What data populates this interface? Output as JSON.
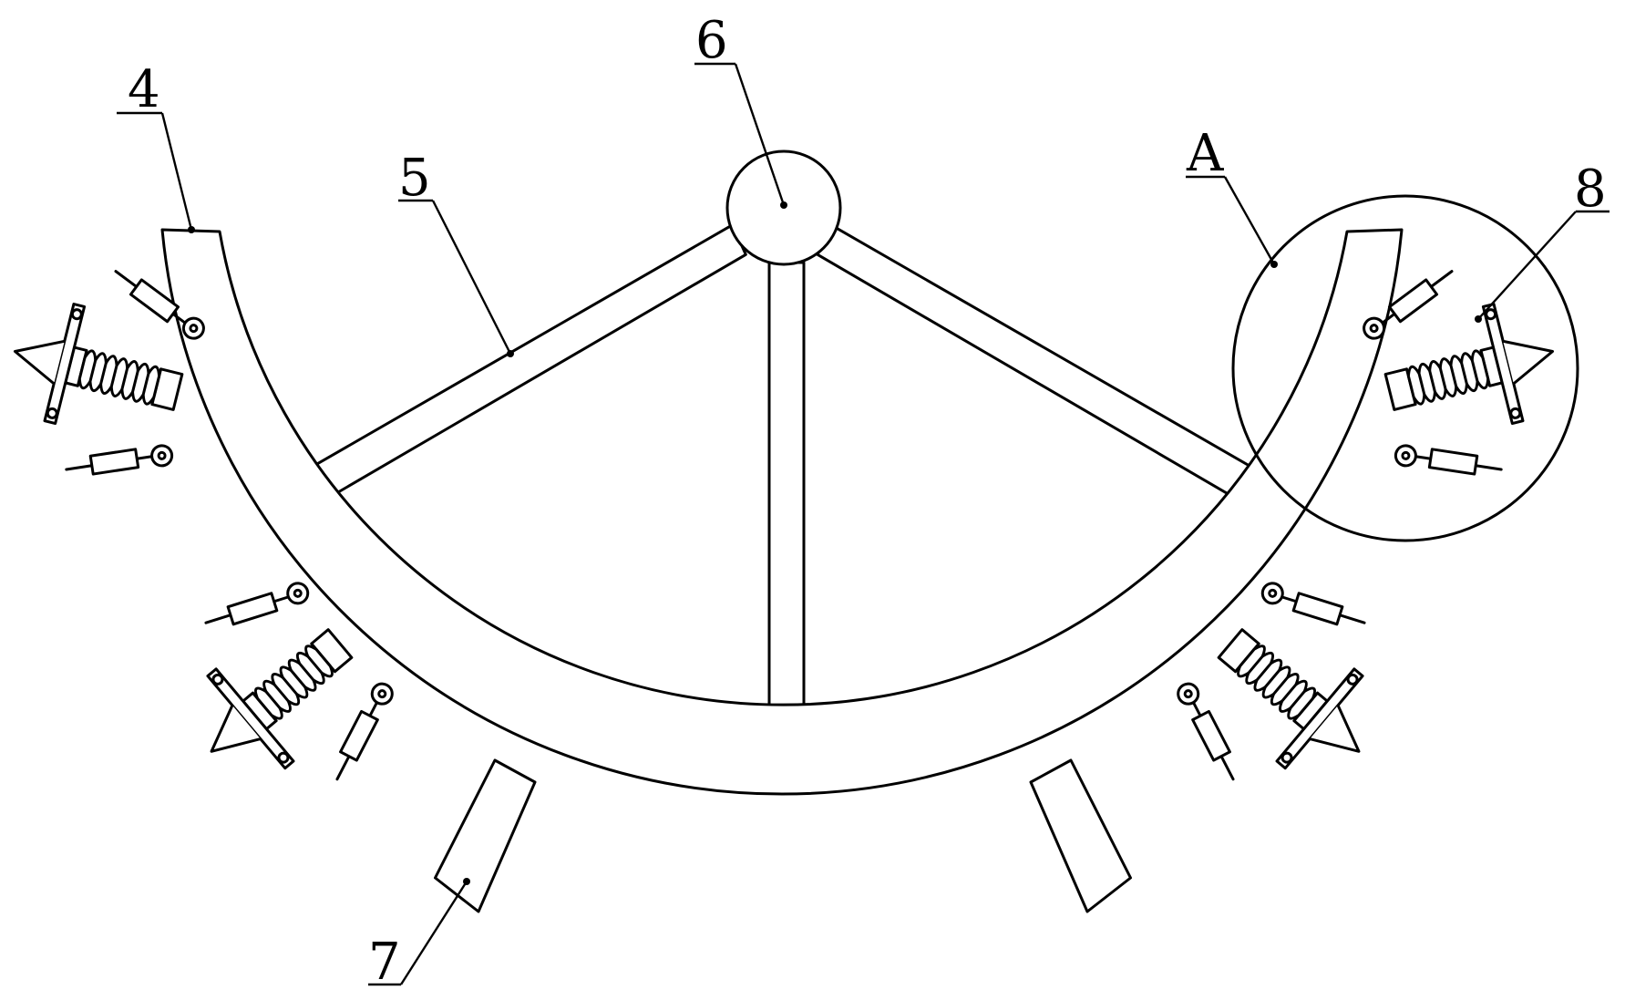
{
  "figure": {
    "labels": [
      {
        "id": "4",
        "text": "4"
      },
      {
        "id": "5",
        "text": "5"
      },
      {
        "id": "6",
        "text": "6"
      },
      {
        "id": "7",
        "text": "7"
      },
      {
        "id": "8",
        "text": "8"
      },
      {
        "id": "A",
        "text": "A"
      }
    ]
  }
}
